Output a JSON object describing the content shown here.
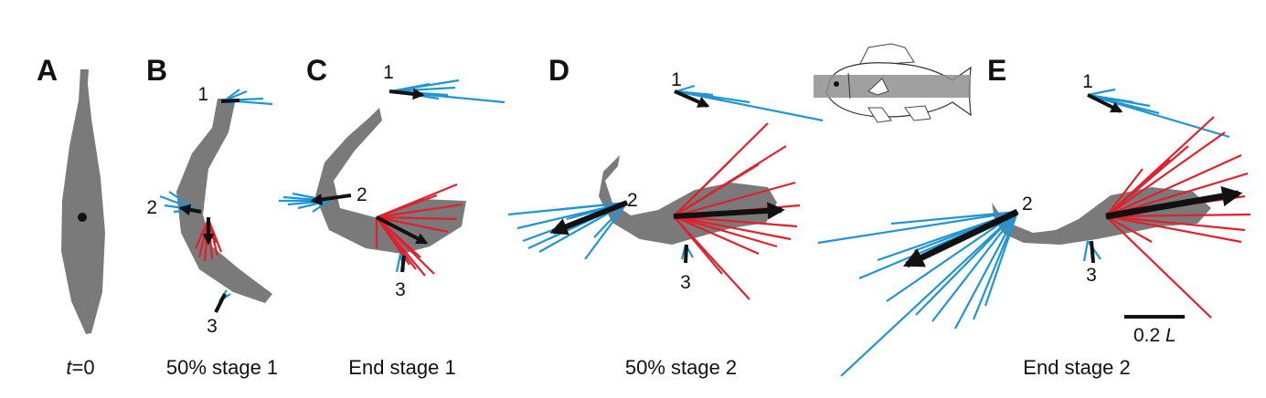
{
  "panels": [
    {
      "id": "A",
      "letter": "A",
      "caption_parts": [
        "t",
        "=0"
      ]
    },
    {
      "id": "B",
      "letter": "B",
      "caption": "50% stage 1",
      "labels": [
        "1",
        "2",
        "3"
      ]
    },
    {
      "id": "C",
      "letter": "C",
      "caption": "End stage 1",
      "labels": [
        "1",
        "2",
        "3"
      ]
    },
    {
      "id": "D",
      "letter": "D",
      "caption": "50% stage 2",
      "labels": [
        "1",
        "2",
        "3"
      ]
    },
    {
      "id": "E",
      "letter": "E",
      "caption": "End stage 2",
      "labels": [
        "1",
        "2",
        "3"
      ]
    }
  ],
  "scale_bar": {
    "value": "0.2",
    "unit": "L"
  },
  "colors": {
    "body": "#7a7a7a",
    "blue": "#1f95d6",
    "red": "#e0202c",
    "arrow": "#111111"
  },
  "icons": [
    "fish-icon"
  ]
}
